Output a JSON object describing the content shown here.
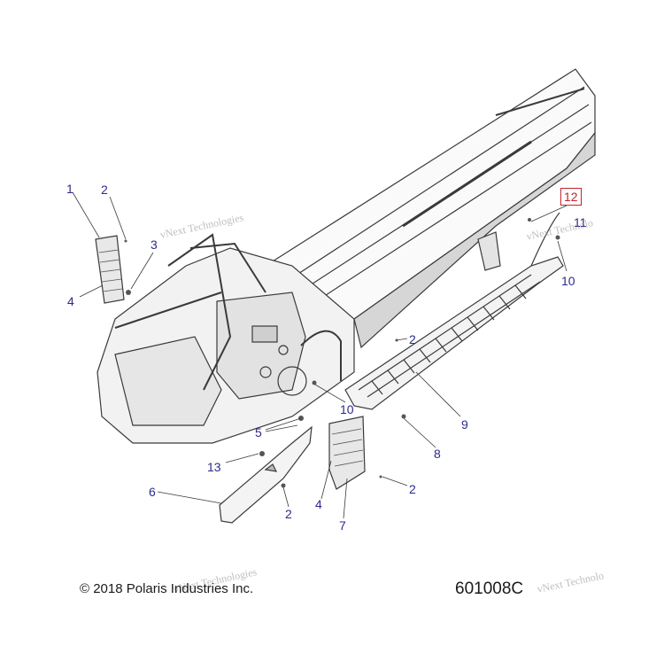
{
  "callouts": [
    {
      "id": "c1",
      "text": "1"
    },
    {
      "id": "c2a",
      "text": "2"
    },
    {
      "id": "c3",
      "text": "3"
    },
    {
      "id": "c4a",
      "text": "4"
    },
    {
      "id": "c12",
      "text": "12"
    },
    {
      "id": "c11",
      "text": "11"
    },
    {
      "id": "c10a",
      "text": "10"
    },
    {
      "id": "c2b",
      "text": "2"
    },
    {
      "id": "c10b",
      "text": "10"
    },
    {
      "id": "c9",
      "text": "9"
    },
    {
      "id": "c5",
      "text": "5"
    },
    {
      "id": "c8",
      "text": "8"
    },
    {
      "id": "c13",
      "text": "13"
    },
    {
      "id": "c6",
      "text": "6"
    },
    {
      "id": "c2c",
      "text": "2"
    },
    {
      "id": "c4b",
      "text": "4"
    },
    {
      "id": "c2d",
      "text": "2"
    },
    {
      "id": "c7",
      "text": "7"
    }
  ],
  "highlight_callout": "12",
  "highlight_color": "#c0262b",
  "callout_color": "#2c2a8c",
  "watermarks": [
    "vNext Technologies",
    "vNext Technolo",
    "vNext Technologies",
    "vNext Technolo"
  ],
  "footer": {
    "copyright": "© 2018 Polaris Industries Inc.",
    "diagram_id": "601008C"
  }
}
